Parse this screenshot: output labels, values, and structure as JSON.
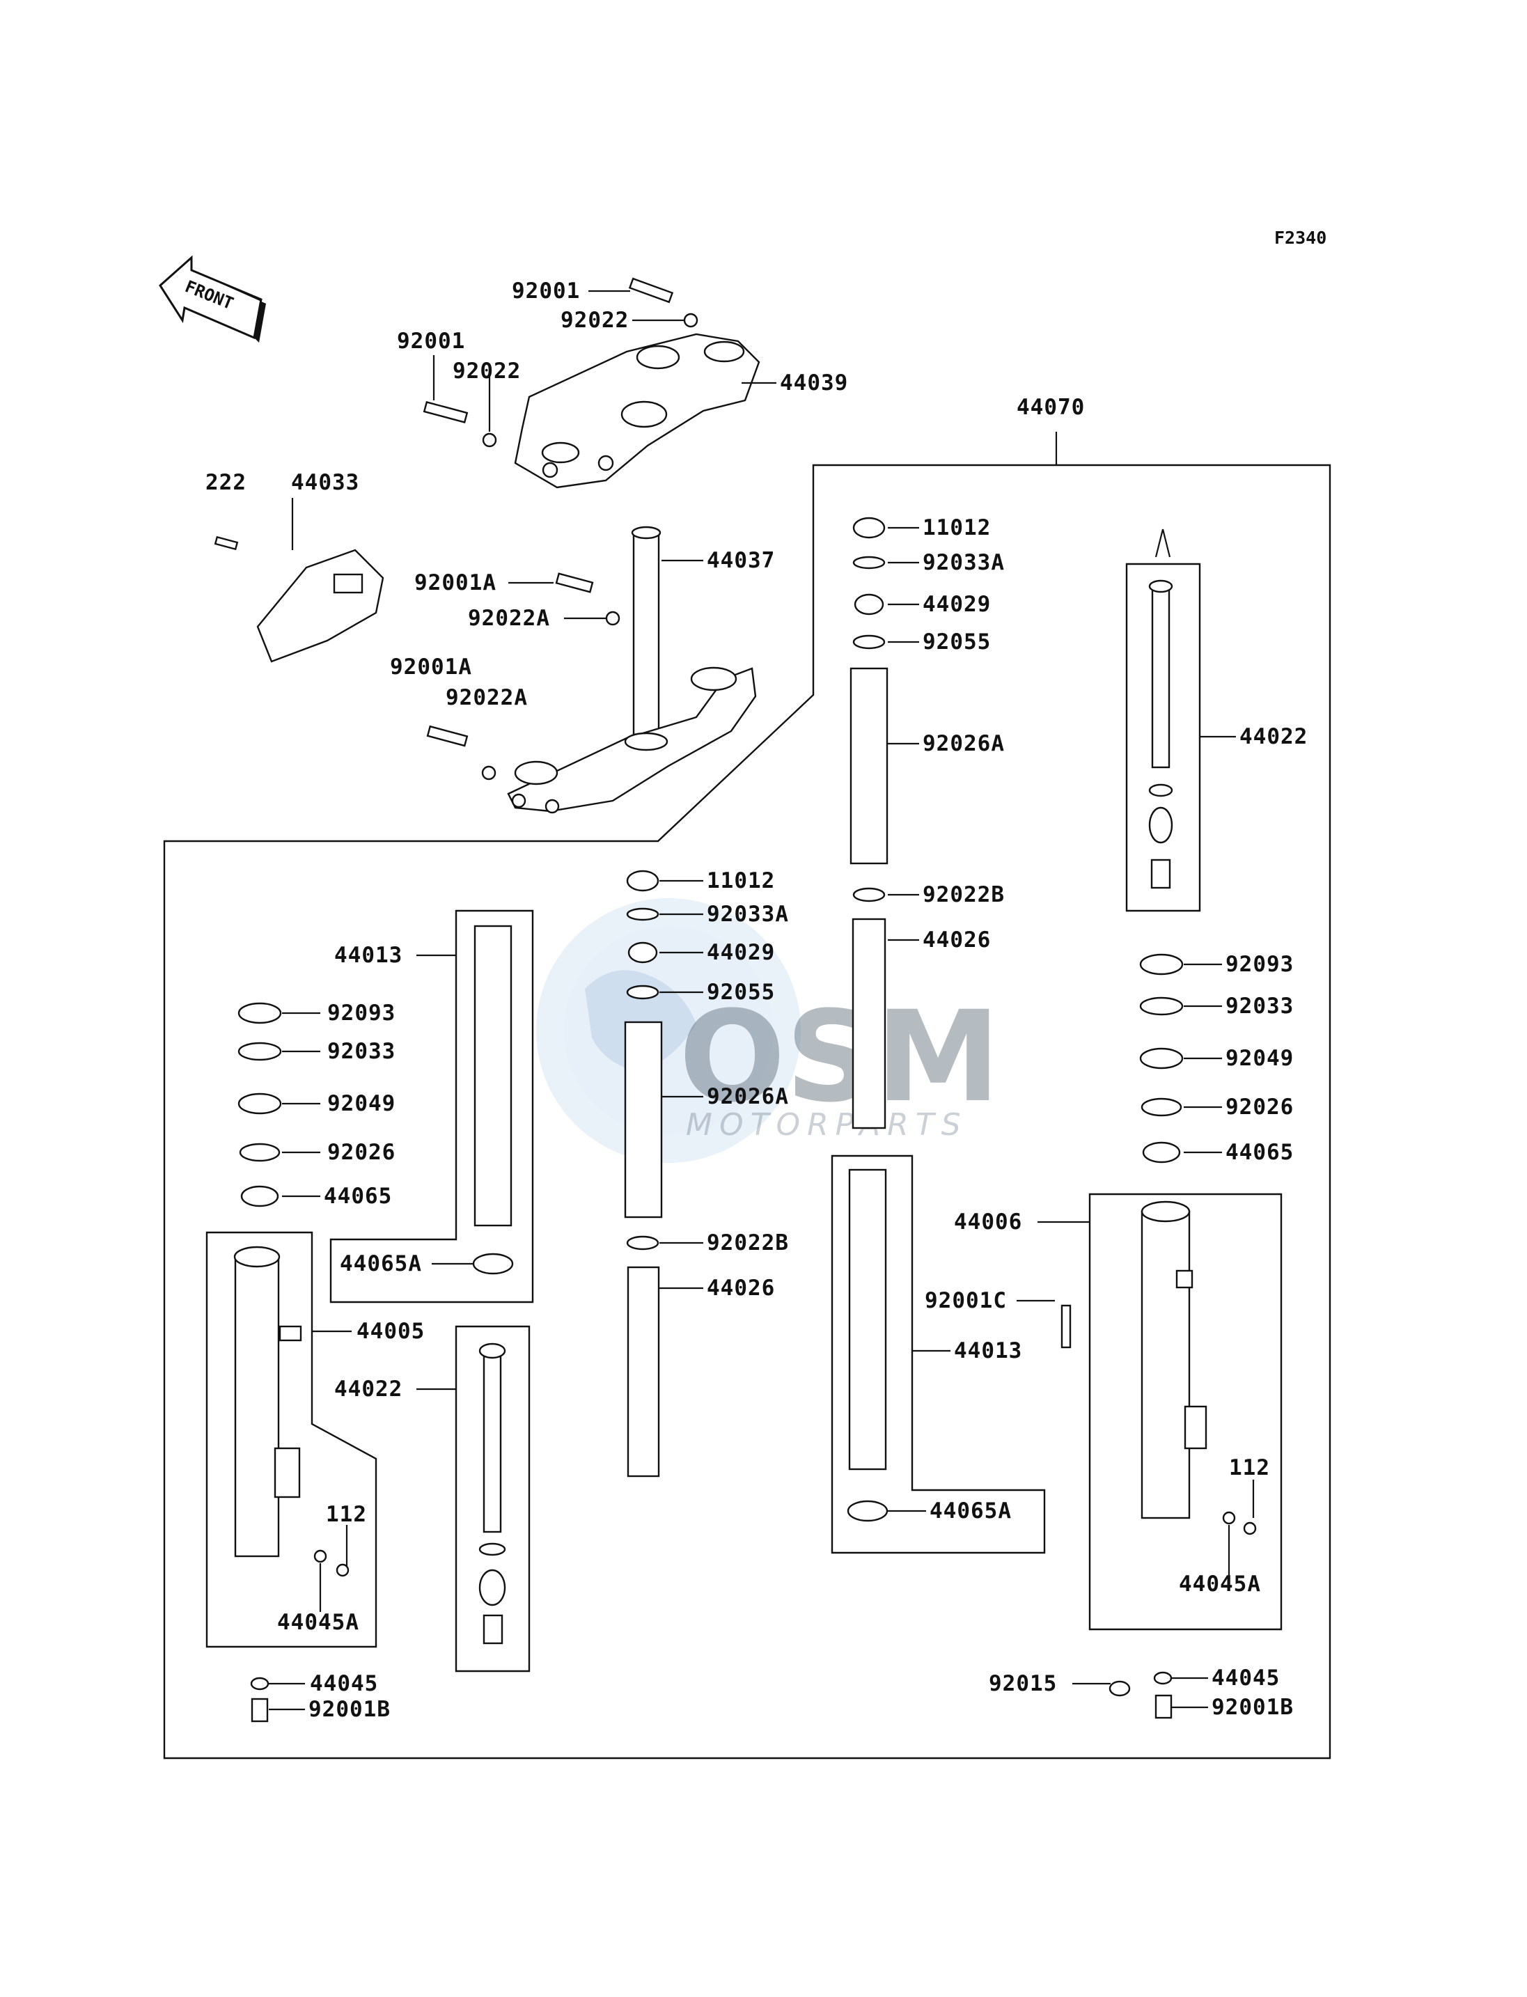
{
  "diagram_code": "F2340",
  "front_arrow_text": "FRONT",
  "watermark": {
    "logo_text": "OSM",
    "sub_text": "MOTORPARTS"
  },
  "parts": {
    "p92001_a": "92001",
    "p92022_a": "92022",
    "p92001_b": "92001",
    "p92022_b": "92022",
    "p44039": "44039",
    "p44070": "44070",
    "p222": "222",
    "p44033": "44033",
    "p44037": "44037",
    "p92001A_a": "92001A",
    "p92022A_a": "92022A",
    "p92001A_b": "92001A",
    "p92022A_b": "92022A",
    "p11012_r": "11012",
    "p92033A_r": "92033A",
    "p44029_r": "44029",
    "p92055_r": "92055",
    "p92026A_r": "92026A",
    "p44022_r": "44022",
    "p92022B_r": "92022B",
    "p44026_r": "44026",
    "p92093_r": "92093",
    "p92033_r": "92033",
    "p92049_r": "92049",
    "p92026_r": "92026",
    "p44065_r": "44065",
    "p44006": "44006",
    "p92001C": "92001C",
    "p44013_r": "44013",
    "p112_r": "112",
    "p44065A_r": "44065A",
    "p44045A_r": "44045A",
    "p92015": "92015",
    "p44045_r": "44045",
    "p92001B_r": "92001B",
    "p11012_m": "11012",
    "p92033A_m": "92033A",
    "p44029_m": "44029",
    "p92055_m": "92055",
    "p92026A_m": "92026A",
    "p92022B_m": "92022B",
    "p44026_m": "44026",
    "p44013_l": "44013",
    "p92093_l": "92093",
    "p92033_l": "92033",
    "p92049_l": "92049",
    "p92026_l": "92026",
    "p44065_l": "44065",
    "p44065A_l": "44065A",
    "p44005": "44005",
    "p44022_l": "44022",
    "p112_l": "112",
    "p44045A_l": "44045A",
    "p44045_l": "44045",
    "p92001B_l": "92001B"
  }
}
